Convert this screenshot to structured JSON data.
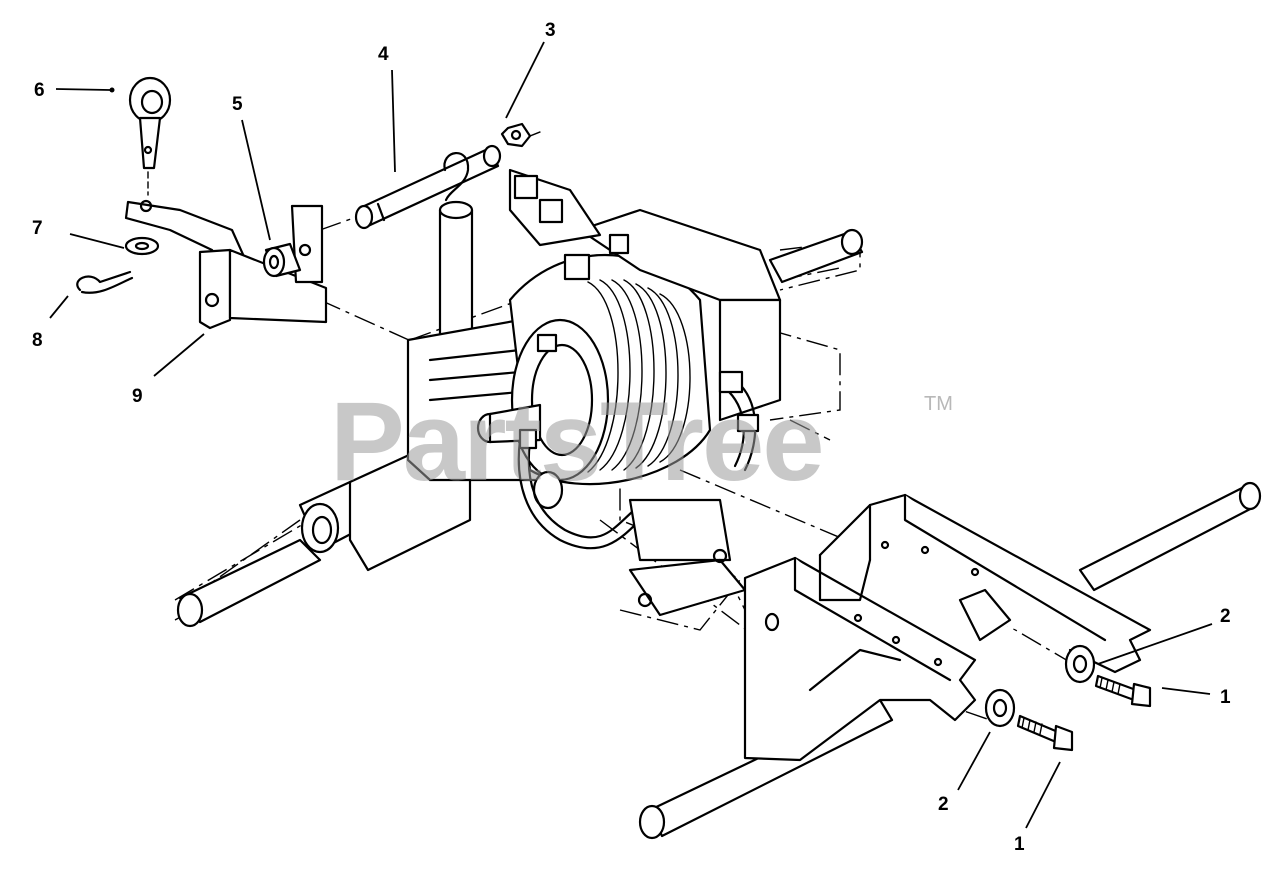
{
  "watermark": {
    "text": "PartsTree",
    "trademark": "TM"
  },
  "callouts": [
    {
      "id": "c6",
      "label": "6",
      "part": "hitch-pin"
    },
    {
      "id": "c5",
      "label": "5",
      "part": "bushing"
    },
    {
      "id": "c4",
      "label": "4",
      "part": "rod"
    },
    {
      "id": "c3",
      "label": "3",
      "part": "nut"
    },
    {
      "id": "c7",
      "label": "7",
      "part": "washer"
    },
    {
      "id": "c8",
      "label": "8",
      "part": "cotter-pin"
    },
    {
      "id": "c9",
      "label": "9",
      "part": "bracket"
    },
    {
      "id": "c2a",
      "label": "2",
      "part": "spacer"
    },
    {
      "id": "c1a",
      "label": "1",
      "part": "bolt"
    },
    {
      "id": "c2b",
      "label": "2",
      "part": "spacer"
    },
    {
      "id": "c1b",
      "label": "1",
      "part": "bolt"
    }
  ]
}
